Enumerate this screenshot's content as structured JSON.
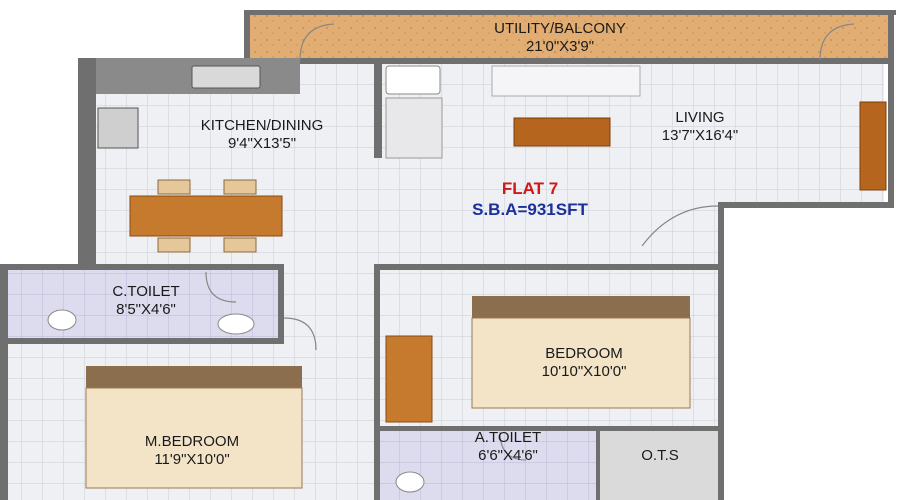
{
  "flat": {
    "title": "FLAT 7",
    "area": "S.B.A=931SFT",
    "title_color": "#d01818",
    "area_color": "#1b2f9c"
  },
  "rooms": {
    "balcony": {
      "name": "UTILITY/BALCONY",
      "size": "21'0\"X3'9\""
    },
    "kitchen": {
      "name": "KITCHEN/DINING",
      "size": "9'4\"X13'5\""
    },
    "living": {
      "name": "LIVING",
      "size": "13'7\"X16'4\""
    },
    "ctoilet": {
      "name": "C.TOILET",
      "size": "8'5\"X4'6\""
    },
    "bedroom": {
      "name": "BEDROOM",
      "size": "10'10\"X10'0\""
    },
    "mbedroom": {
      "name": "M.BEDROOM",
      "size": "11'9\"X10'0\""
    },
    "atoilet": {
      "name": "A.TOILET",
      "size": "6'6\"X4'6\""
    },
    "ots": {
      "name": "O.T.S"
    }
  },
  "colors": {
    "wall": "#6f6f6f",
    "floor_tile": "#eef0f4",
    "tile_line": "#c9ccd6",
    "toilet_floor": "#dcdcee",
    "balcony_floor": "#e2ad72",
    "wood": "#b5651d",
    "text": "#1a1a1a"
  }
}
